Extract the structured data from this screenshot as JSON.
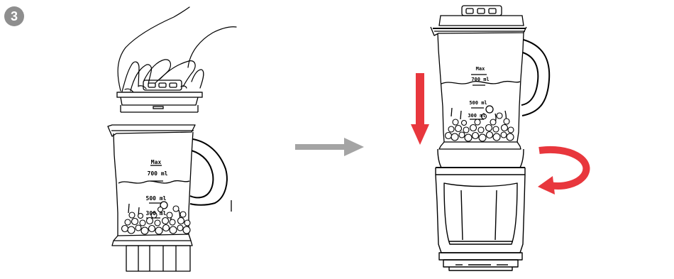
{
  "step": {
    "number": "3"
  },
  "measurements": {
    "max_label": "Max",
    "ml_700": "700 ml",
    "ml_500": "500 ml",
    "ml_300": "300 ml"
  },
  "colors": {
    "step_badge": "#8e8e8e",
    "transition_arrow": "#a4a4a4",
    "action_arrow": "#e8373d",
    "line_art": "#000000"
  },
  "icons": {
    "transition": "arrow-right-icon",
    "press_down": "arrow-down-icon",
    "rotate": "rotate-arrow-icon"
  }
}
